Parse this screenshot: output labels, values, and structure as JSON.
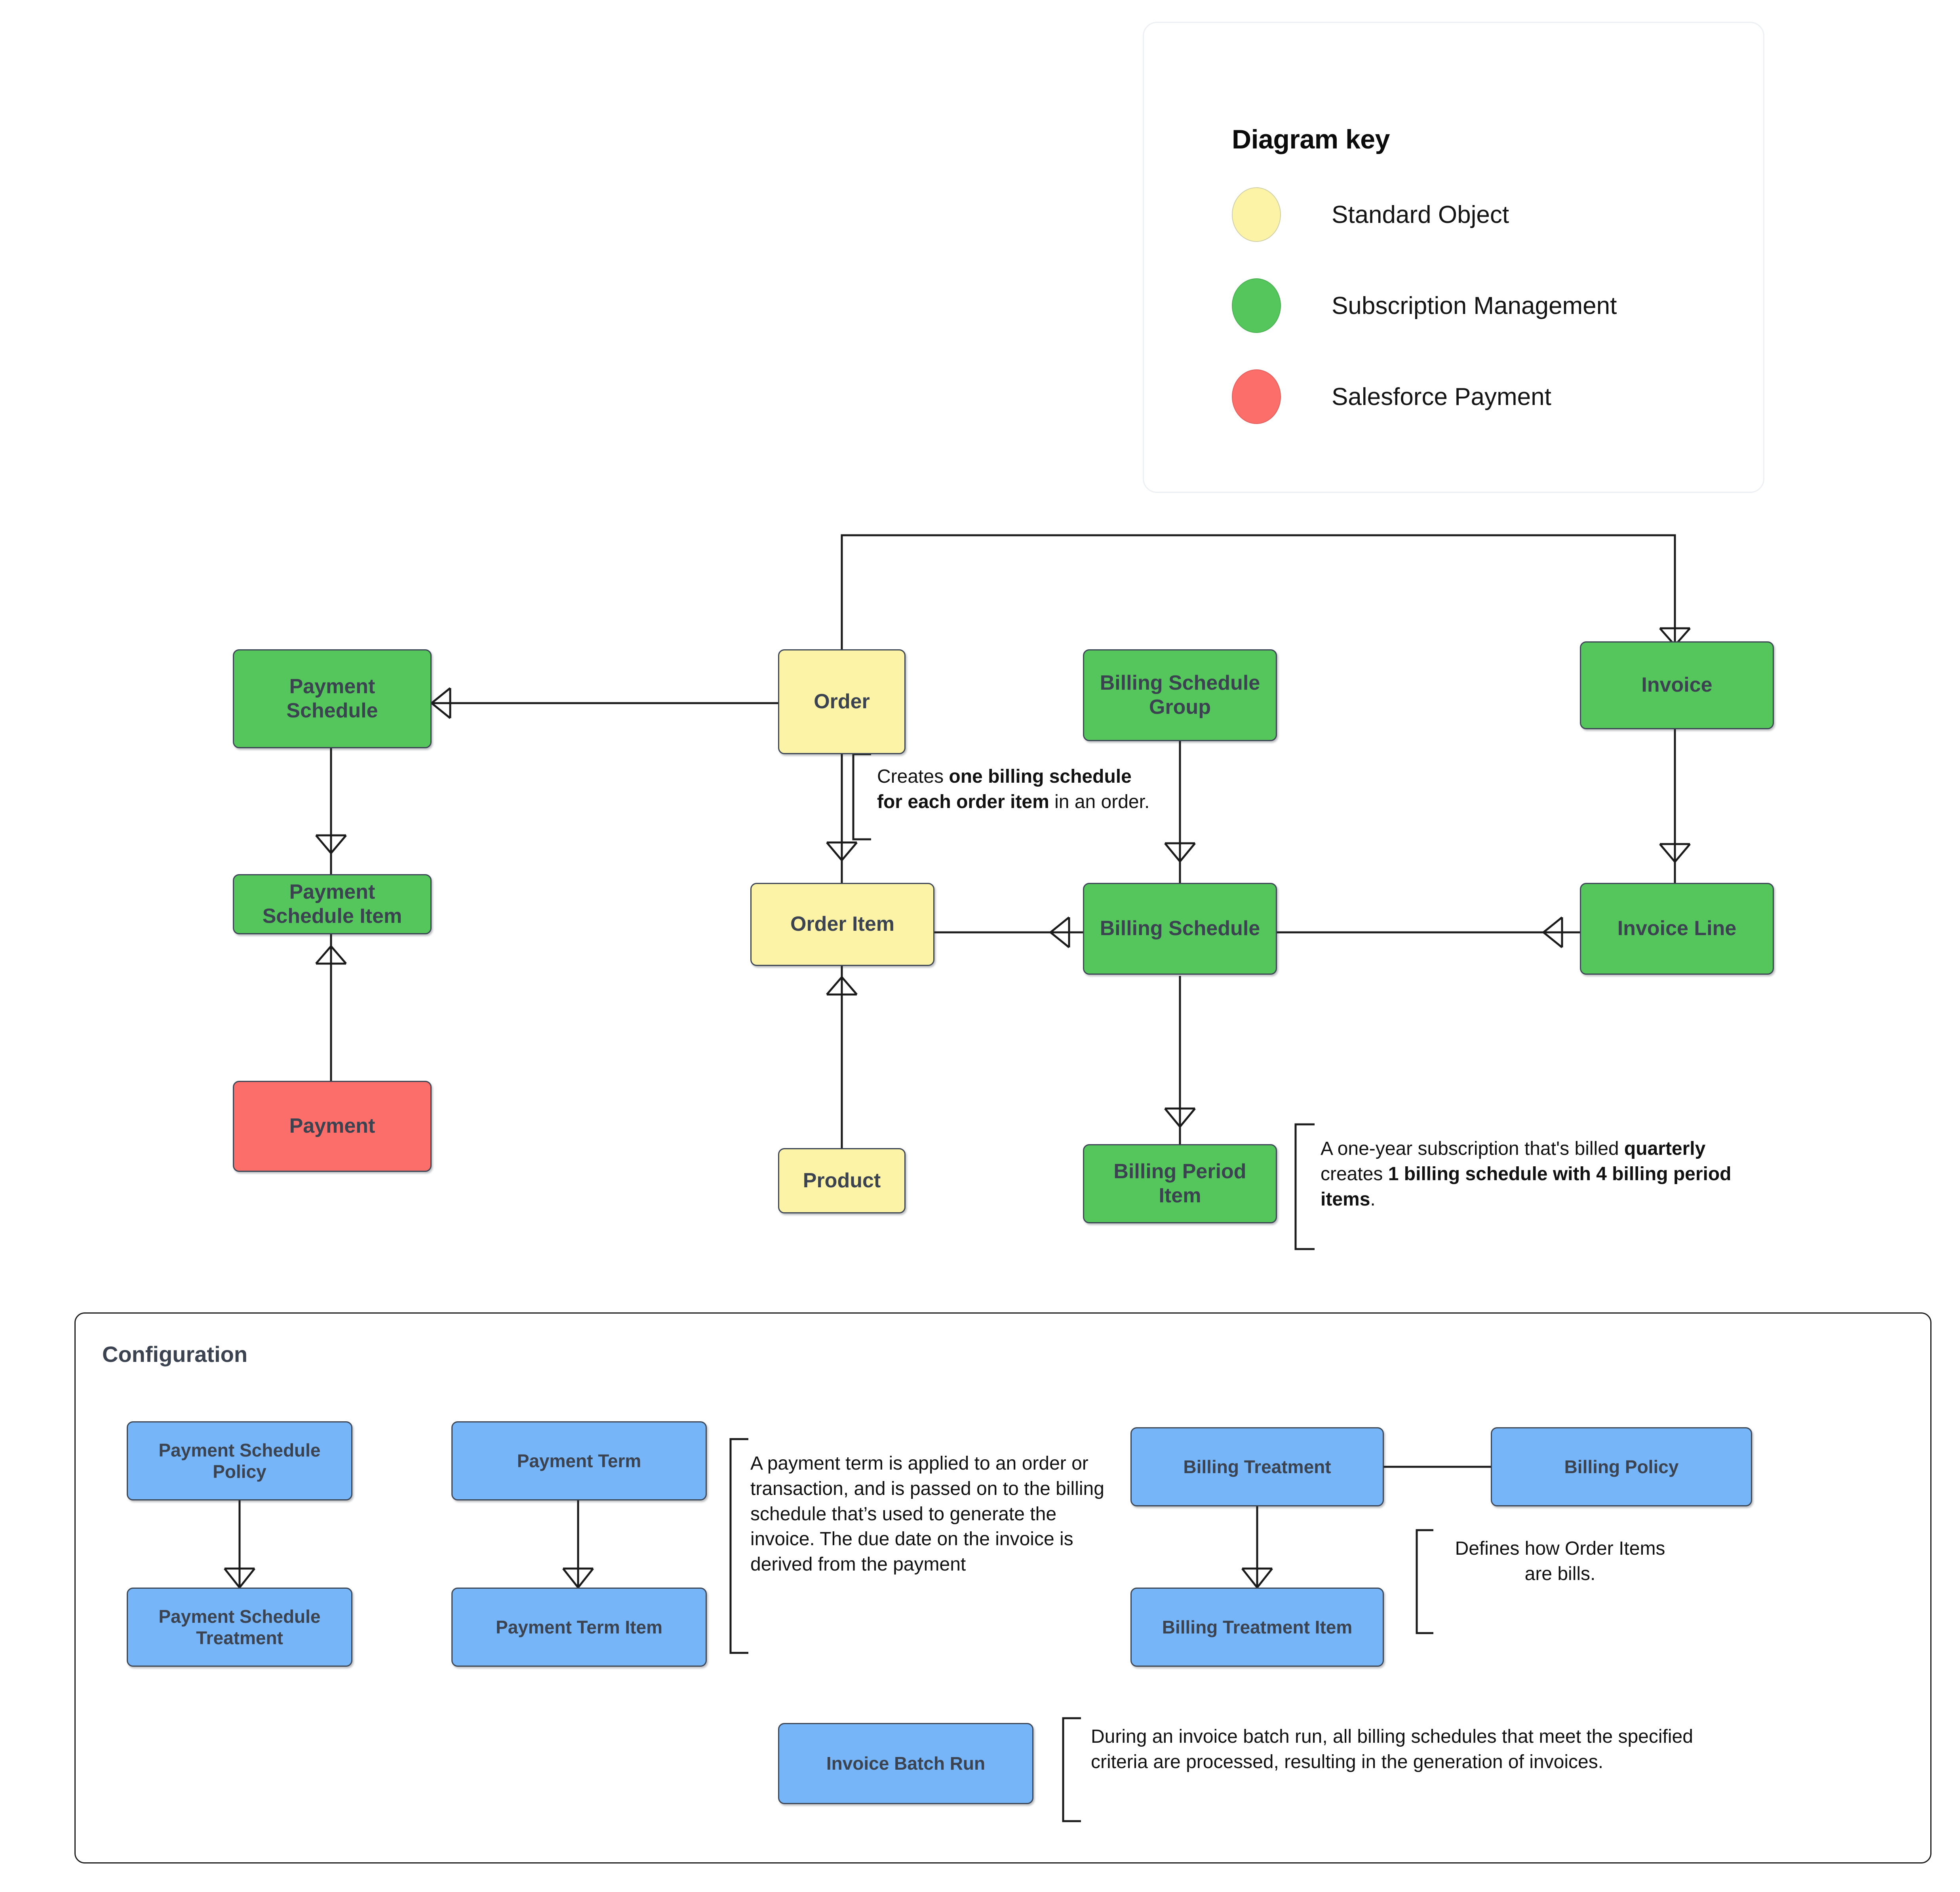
{
  "legend": {
    "title": "Diagram key",
    "items": [
      {
        "label": "Standard Object",
        "color": "#fcf3a6"
      },
      {
        "label": "Subscription Management",
        "color": "#54c65c"
      },
      {
        "label": "Salesforce Payment",
        "color": "#fb6e6a"
      }
    ]
  },
  "nodes": {
    "payment_schedule": "Payment\nSchedule",
    "payment_schedule_item": "Payment\nSchedule Item",
    "payment": "Payment",
    "order": "Order",
    "order_item": "Order Item",
    "product": "Product",
    "billing_schedule_group": "Billing Schedule\nGroup",
    "billing_schedule": "Billing Schedule",
    "billing_period_item": "Billing Period Item",
    "invoice": "Invoice",
    "invoice_line": "Invoice Line",
    "payment_schedule_policy": "Payment Schedule\nPolicy",
    "payment_schedule_treatment": "Payment Schedule\nTreatment",
    "payment_term": "Payment Term",
    "payment_term_item": "Payment Term Item",
    "billing_treatment": "Billing Treatment",
    "billing_policy": "Billing Policy",
    "billing_treatment_item": "Billing Treatment Item",
    "invoice_batch_run": "Invoice Batch Run"
  },
  "callouts": {
    "order_item_note": {
      "parts": [
        {
          "t": "Creates ",
          "b": false
        },
        {
          "t": "one billing schedule for each order item",
          "b": true
        },
        {
          "t": " in an order.",
          "b": false
        }
      ]
    },
    "billing_period_note": {
      "parts": [
        {
          "t": "A one-year subscription that's billed ",
          "b": false
        },
        {
          "t": "quarterly",
          "b": true
        },
        {
          "t": " creates ",
          "b": false
        },
        {
          "t": "1 billing schedule with 4 billing period items",
          "b": true
        },
        {
          "t": ".",
          "b": false
        }
      ]
    },
    "payment_term_note": {
      "parts": [
        {
          "t": "A payment term is applied to an order or transaction, and is passed on to the billing schedule that’s used to generate the invoice. The due date on the invoice is derived from the payment",
          "b": false
        }
      ]
    },
    "billing_policy_note": {
      "parts": [
        {
          "t": "Defines how Order Items are bills.",
          "b": false
        }
      ]
    },
    "invoice_batch_note": {
      "parts": [
        {
          "t": "During an invoice batch run, all billing schedules that meet the specified criteria are processed, resulting in the generation of invoices.",
          "b": false
        }
      ]
    }
  },
  "config": {
    "title": "Configuration"
  },
  "colors": {
    "standard_object": "#fcf3a6",
    "subscription_management": "#54c65c",
    "salesforce_payment": "#fb6e6a",
    "configuration": "#76b5f7",
    "stroke": "#3c4654",
    "text": "#3b4350"
  }
}
